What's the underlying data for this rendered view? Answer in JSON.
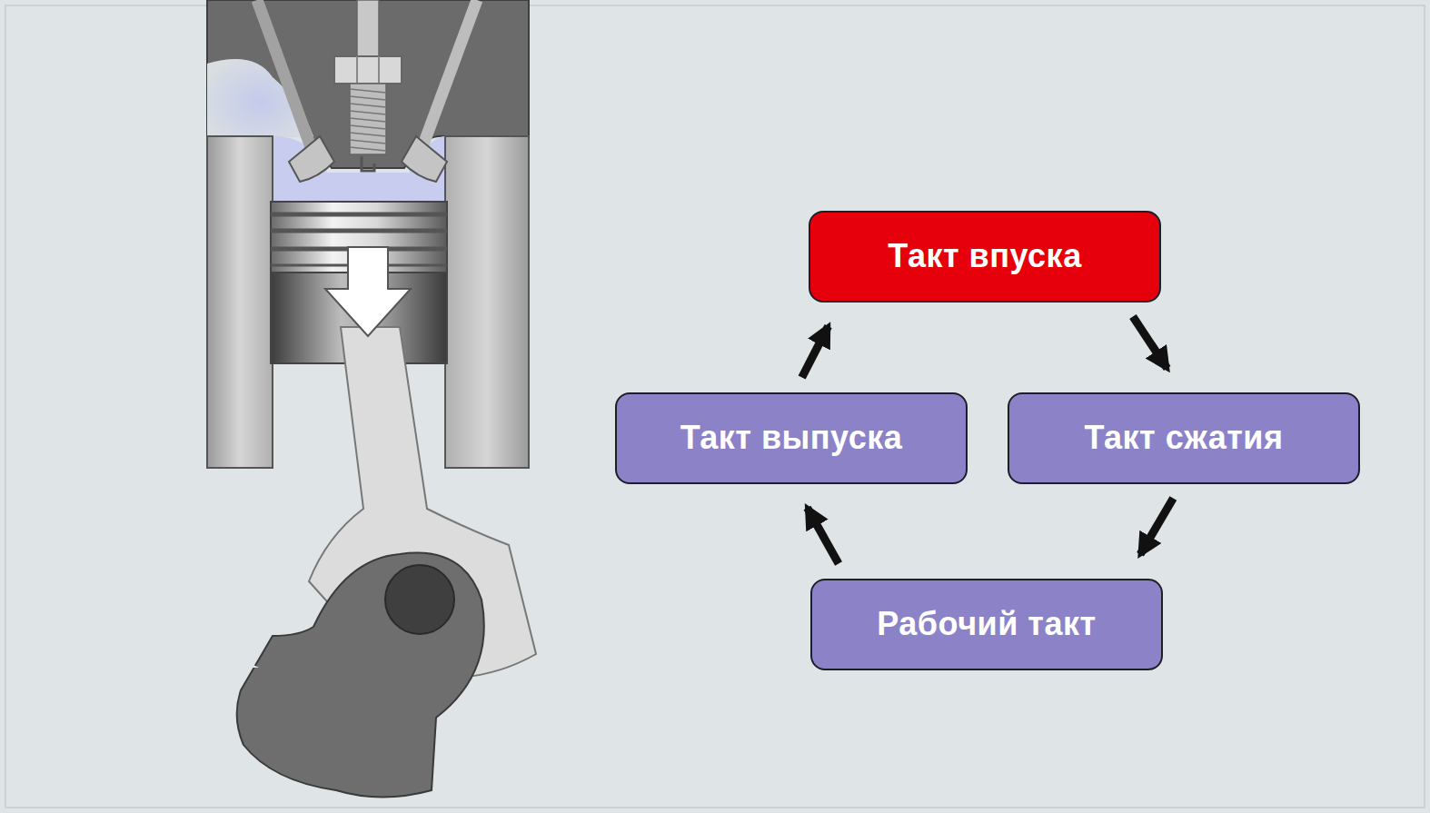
{
  "diagram": {
    "nodes": [
      {
        "text": [
          "Такт впуска"
        ]
      },
      {
        "text": [
          "Такт выпуска"
        ]
      },
      {
        "text": [
          "Такт сжатия"
        ]
      },
      {
        "text": [
          "Рабочий такт"
        ]
      }
    ],
    "edges": [
      {
        "from": 0,
        "to": 2,
        "arrow": "to"
      },
      {
        "from": 2,
        "to": 3,
        "arrow": "to"
      },
      {
        "from": 3,
        "to": 1,
        "arrow": "to"
      },
      {
        "from": 1,
        "to": 0,
        "arrow": "to"
      }
    ]
  }
}
